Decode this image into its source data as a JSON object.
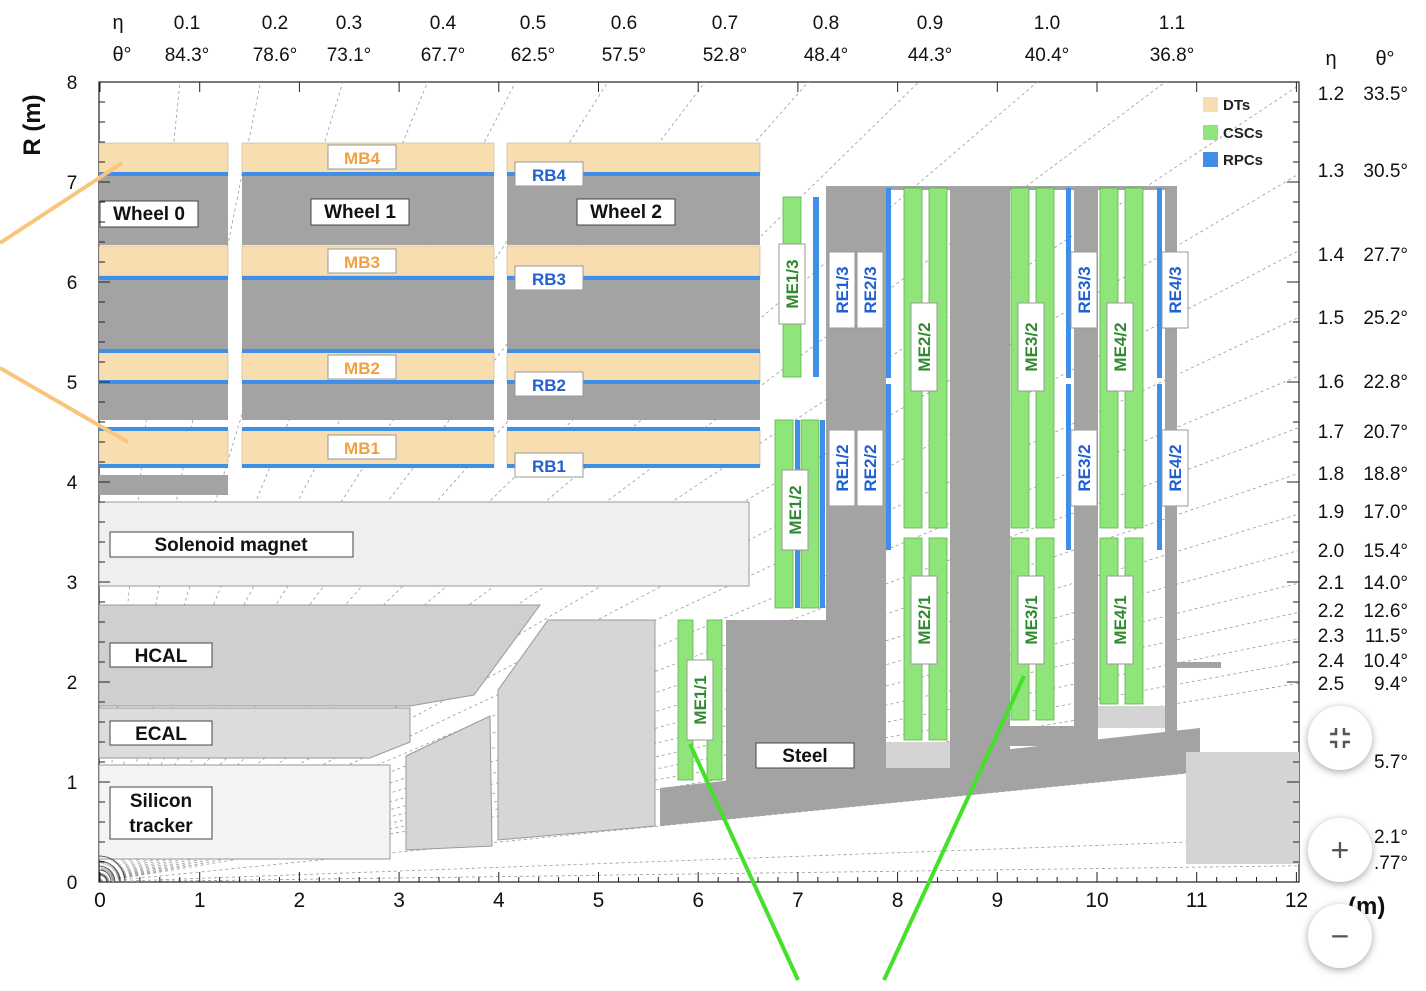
{
  "top_axis": {
    "eta_symbol": "η",
    "theta_symbol": "θ°",
    "eta": [
      "0.1",
      "0.2",
      "0.3",
      "0.4",
      "0.5",
      "0.6",
      "0.7",
      "0.8",
      "0.9",
      "1.0",
      "1.1"
    ],
    "theta": [
      "84.3°",
      "78.6°",
      "73.1°",
      "67.7°",
      "62.5°",
      "57.5°",
      "52.8°",
      "48.4°",
      "44.3°",
      "40.4°",
      "36.8°"
    ]
  },
  "right_axis": {
    "eta_symbol": "η",
    "theta_symbol": "θ°",
    "rows": [
      {
        "eta": "1.2",
        "theta": "33.5°"
      },
      {
        "eta": "1.3",
        "theta": "30.5°"
      },
      {
        "eta": "1.4",
        "theta": "27.7°"
      },
      {
        "eta": "1.5",
        "theta": "25.2°"
      },
      {
        "eta": "1.6",
        "theta": "22.8°"
      },
      {
        "eta": "1.7",
        "theta": "20.7°"
      },
      {
        "eta": "1.8",
        "theta": "18.8°"
      },
      {
        "eta": "1.9",
        "theta": "17.0°"
      },
      {
        "eta": "2.0",
        "theta": "15.4°"
      },
      {
        "eta": "2.1",
        "theta": "14.0°"
      },
      {
        "eta": "2.2",
        "theta": "12.6°"
      },
      {
        "eta": "2.3",
        "theta": "11.5°"
      },
      {
        "eta": "2.4",
        "theta": "10.4°"
      },
      {
        "eta": "2.5",
        "theta": "9.4°"
      },
      {
        "eta": "",
        "theta": "5.7°"
      },
      {
        "eta": "",
        "theta": "2.1°"
      },
      {
        "eta": "",
        "theta": ".77°"
      }
    ]
  },
  "y_axis": {
    "label": "R (m)",
    "ticks": [
      "0",
      "1",
      "2",
      "3",
      "4",
      "5",
      "6",
      "7",
      "8"
    ]
  },
  "x_axis": {
    "label": "– (m)",
    "ticks": [
      "0",
      "1",
      "2",
      "3",
      "4",
      "5",
      "6",
      "7",
      "8",
      "9",
      "10",
      "11",
      "12"
    ]
  },
  "legend": [
    {
      "label": "DTs",
      "color": "#f7ddb0"
    },
    {
      "label": "CSCs",
      "color": "#8fe57a"
    },
    {
      "label": "RPCs",
      "color": "#3f8ee8"
    }
  ],
  "wheels": [
    "Wheel 0",
    "Wheel 1",
    "Wheel 2"
  ],
  "dt_labels": [
    "MB4",
    "MB3",
    "MB2",
    "MB1"
  ],
  "rpc_barrel_labels": [
    "RB4",
    "RB3",
    "RB2",
    "RB1"
  ],
  "csc_labels": [
    "ME1/3",
    "ME1/2",
    "ME1/1",
    "ME2/2",
    "ME2/1",
    "ME3/2",
    "ME3/1",
    "ME4/2",
    "ME4/1"
  ],
  "rpc_endcap_labels": [
    "RE1/3",
    "RE2/3",
    "RE1/2",
    "RE2/2",
    "RE3/3",
    "RE3/2",
    "RE4/3",
    "RE4/2"
  ],
  "subsystems": {
    "solenoid": "Solenoid magnet",
    "hcal": "HCAL",
    "ecal": "ECAL",
    "tracker_line1": "Silicon",
    "tracker_line2": "tracker",
    "steel": "Steel"
  },
  "colors": {
    "dt": "#f7ddb0",
    "csc": "#8fe57a",
    "rpc": "#3f8ee8",
    "steel": "#a3a3a3",
    "dt_label": "#f0a040",
    "rpc_label": "#2060d0",
    "csc_label": "#2f8a2f"
  },
  "map_controls": {
    "collapse_icon": "collapse-icon",
    "zoom_in": "+",
    "zoom_out": "−"
  }
}
